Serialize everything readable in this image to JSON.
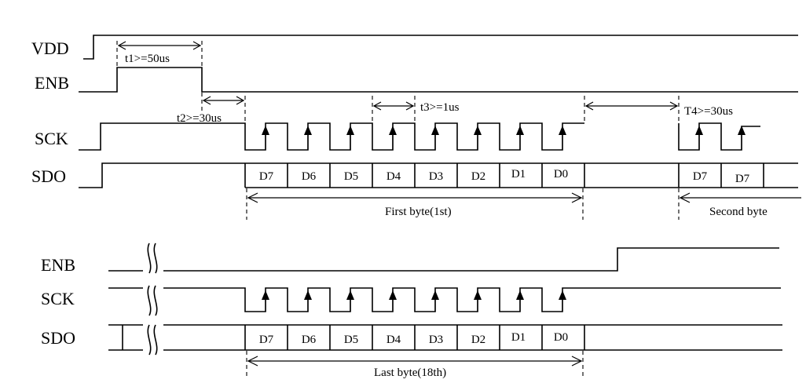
{
  "signals": {
    "vdd": "VDD",
    "enb": "ENB",
    "sck": "SCK",
    "sdo": "SDO"
  },
  "timings": {
    "t1": "t1>=50us",
    "t2": "t2>=30us",
    "t3": "t3>=1us",
    "t4": "T4>=30us"
  },
  "bytes": {
    "first": "First byte(1st)",
    "second": "Second byte",
    "last": "Last byte(18th)"
  },
  "bits": [
    "D7",
    "D6",
    "D5",
    "D4",
    "D3",
    "D2",
    "D1",
    "D0"
  ],
  "second_byte_bits": [
    "D7",
    "D7"
  ],
  "colors": {
    "line": "#000000",
    "background": "#ffffff"
  }
}
